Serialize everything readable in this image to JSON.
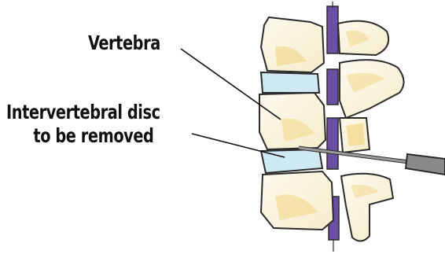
{
  "labels": {
    "vertebra": "Vertebra",
    "disc_line1": "Intervertebral disc",
    "disc_line2": "to be removed"
  },
  "colors": {
    "outline": "#2b2b2b",
    "bone_fill": "#fbf6e2",
    "bone_shade": "#f1d27a",
    "disc_fill": "#cfe9f2",
    "spinal_cord": "#6a4fa3",
    "instrument": "#8a8a8a",
    "leader_line": "#111111"
  },
  "icons": {
    "instrument": "surgical-probe-icon"
  }
}
